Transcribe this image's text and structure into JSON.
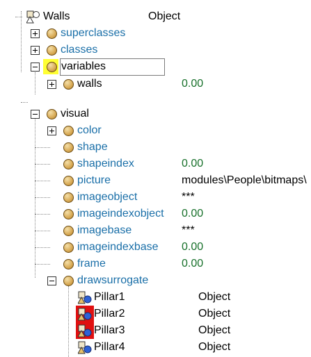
{
  "root": {
    "label": "Walls",
    "value": "Object",
    "icon": "object-icon"
  },
  "nodes": [
    {
      "label": "superclasses",
      "value": "",
      "icon": "ball-icon",
      "expander": "plus"
    },
    {
      "label": "classes",
      "value": "",
      "icon": "ball-icon",
      "expander": "plus"
    },
    {
      "label": "variables",
      "value": "",
      "icon": "ball-icon",
      "expander": "minus",
      "selected": true
    },
    {
      "label": "walls",
      "value": "0.00",
      "icon": "ball-icon",
      "expander": "plus"
    },
    {
      "label": "visual",
      "value": "",
      "icon": "ball-icon",
      "expander": "minus"
    },
    {
      "label": "color",
      "value": "",
      "icon": "ball-icon",
      "expander": "plus"
    },
    {
      "label": "shape",
      "value": "",
      "icon": "ball-icon"
    },
    {
      "label": "shapeindex",
      "value": "0.00",
      "icon": "ball-icon"
    },
    {
      "label": "picture",
      "value": "modules\\People\\bitmaps\\",
      "icon": "ball-icon"
    },
    {
      "label": "imageobject",
      "value": "***",
      "icon": "ball-icon"
    },
    {
      "label": "imageindexobject",
      "value": "0.00",
      "icon": "ball-icon"
    },
    {
      "label": "imagebase",
      "value": "***",
      "icon": "ball-icon"
    },
    {
      "label": "imageindexbase",
      "value": "0.00",
      "icon": "ball-icon"
    },
    {
      "label": "frame",
      "value": "0.00",
      "icon": "ball-icon"
    },
    {
      "label": "drawsurrogate",
      "value": "",
      "icon": "ball-icon",
      "expander": "minus"
    },
    {
      "label": "Pillar1",
      "value": "Object",
      "icon": "object-icon"
    },
    {
      "label": "Pillar2",
      "value": "Object",
      "icon": "object-icon"
    },
    {
      "label": "Pillar3",
      "value": "Object",
      "icon": "object-icon"
    },
    {
      "label": "Pillar4",
      "value": "Object",
      "icon": "object-icon"
    }
  ],
  "colors": {
    "attribute_text": "#1a6fa8",
    "number_value": "#17702a",
    "highlight_yellow": "#ffff33",
    "highlight_red": "#e01010"
  }
}
